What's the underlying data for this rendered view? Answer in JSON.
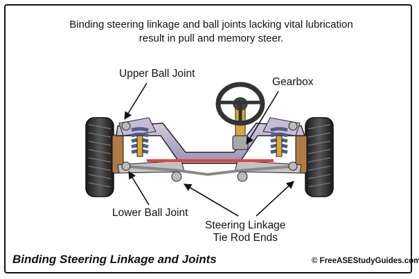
{
  "caption": {
    "line1": "Binding steering linkage and ball joints lacking vital lubrication",
    "line2": "result in pull and memory steer."
  },
  "labels": {
    "upper_ball_joint": "Upper Ball Joint",
    "gearbox": "Gearbox",
    "lower_ball_joint": "Lower Ball Joint",
    "steering_linkage_line1": "Steering Linkage",
    "steering_linkage_line2": "Tie Rod Ends"
  },
  "footer": {
    "title": "Binding Steering Linkage and Joints",
    "copyright": "© FreeASEStudyGuides.com"
  },
  "colors": {
    "frame_purple": "#b9aecb",
    "spring_blue": "#4d5f86",
    "shock_yellow": "#d9a83a",
    "tie_rod_red": "#d94a3b",
    "tire_dark": "#2a2a2a"
  }
}
